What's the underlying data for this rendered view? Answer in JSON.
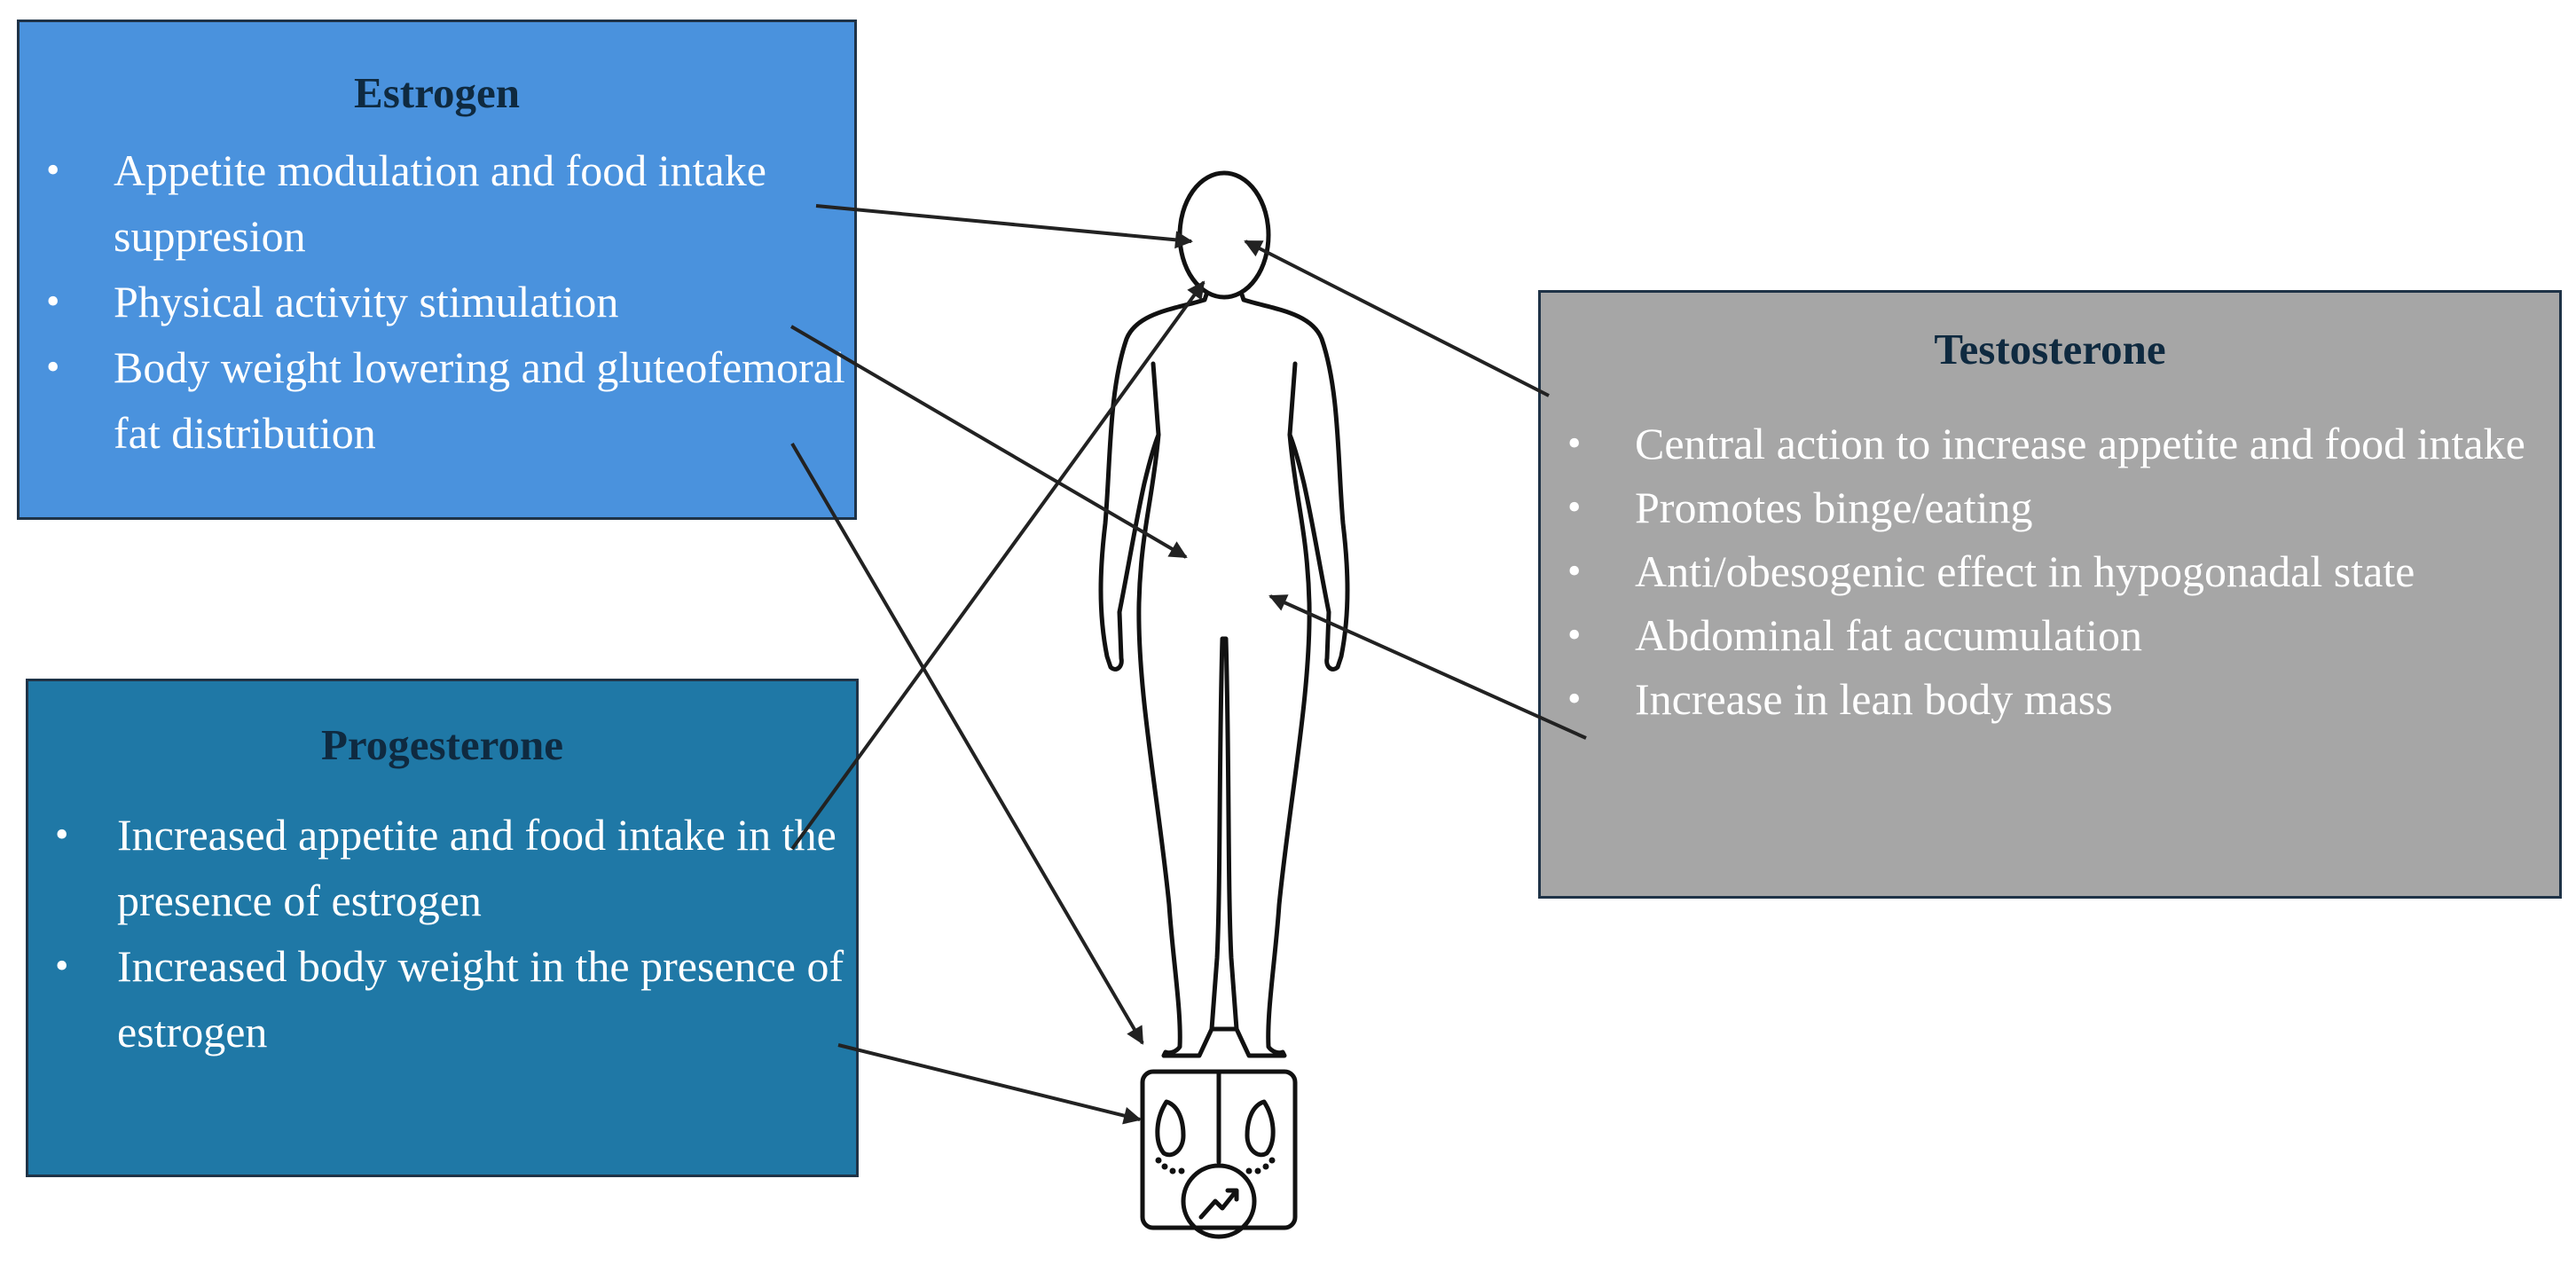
{
  "estrogen": {
    "title": "Estrogen",
    "items": [
      "Appetite modulation and food intake suppresion",
      "Physical activity stimulation",
      "Body weight lowering and gluteofemoral fat distribution"
    ]
  },
  "progesterone": {
    "title": "Progesterone",
    "items": [
      "Increased appetite and food intake in the presence of estrogen",
      "Increased body weight in the presence of estrogen"
    ]
  },
  "testosterone": {
    "title": "Testosterone",
    "items": [
      "Central action to increase appetite and food intake",
      "Promotes binge/eating",
      "Anti/obesogenic effect in hypogonadal state",
      "Abdominal fat accumulation",
      "Increase in lean body mass"
    ]
  },
  "icons": {
    "body": "human-silhouette-icon",
    "scale": "weight-scale-icon"
  },
  "colors": {
    "estrogen": "#4a92dd",
    "progesterone": "#1f78a6",
    "testosterone": "#a6a6a6",
    "border": "#1f3347",
    "arrow": "#222222"
  }
}
